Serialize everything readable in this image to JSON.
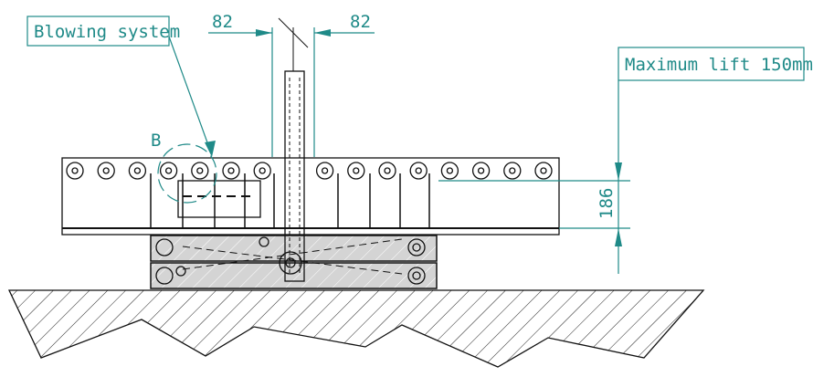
{
  "title_label": "Blowing system",
  "dimensions": {
    "left_offset": "82",
    "right_offset": "82",
    "height": "186"
  },
  "detail_marker": "B",
  "lift_label": "Maximum lift 150mm",
  "colors": {
    "annotation": "#1f8a88",
    "line": "#111111",
    "base_fill": "#d4d4d4"
  }
}
